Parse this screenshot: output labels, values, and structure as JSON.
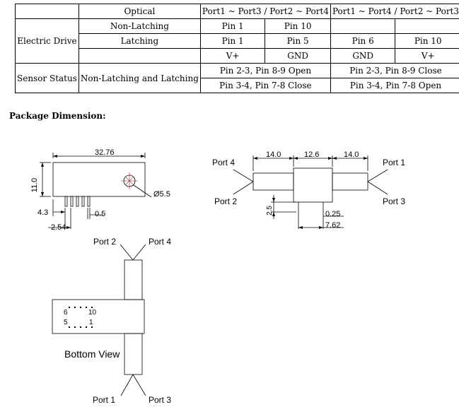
{
  "table": {
    "optical_label": "Optical",
    "path_a": "Port1 ~ Port3 / Port2 ~ Port4",
    "path_b": "Port1 ~ Port4 / Port2 ~ Port3",
    "electric_drive_label": "Electric Drive",
    "non_latching_label": "Non-Latching",
    "latching_label": "Latching",
    "nl_pin_a": "Pin 1",
    "nl_pin_b": "Pin 10",
    "l_pin_a": "Pin 1",
    "l_pin_b": "Pin 5",
    "l_pin_c": "Pin 6",
    "l_pin_d": "Pin 10",
    "pol_a": "V+",
    "pol_b": "GND",
    "pol_c": "GND",
    "pol_d": "V+",
    "sensor_status_label": "Sensor Status",
    "sensor_mode_label": "Non-Latching and Latching",
    "sensor_a_line1": "Pin 2-3, Pin 8-9 Open",
    "sensor_a_line2": "Pin 3-4, Pin 7-8 Close",
    "sensor_b_line1": "Pin 2-3, Pin 8-9 Close",
    "sensor_b_line2": "Pin 3-4, Pin 7-8 Open"
  },
  "package_heading": "Package Dimension:",
  "side_view": {
    "length": "32.76",
    "height": "11.0",
    "hole_diameter": "Ø5.5",
    "offset_left": "4.3",
    "pin_pitch_label": "2.54",
    "pin_width": "0.5"
  },
  "top_view": {
    "len_left": "14.0",
    "len_mid": "12.6",
    "len_right": "14.0",
    "port_top_left": "Port 4",
    "port_top_right": "Port 1",
    "port_bottom_left": "Port 2",
    "port_bottom_right": "Port 3",
    "pin_length": "2.5",
    "pin_size": "0.25",
    "pin_span": "7.62"
  },
  "bottom_view": {
    "port_top_left": "Port 2",
    "port_top_right": "Port 4",
    "port_bottom_left": "Port 1",
    "port_bottom_right": "Port 3",
    "pin_6": "6",
    "pin_10": "10",
    "pin_5": "5",
    "pin_1": "1",
    "caption": "Bottom View"
  }
}
